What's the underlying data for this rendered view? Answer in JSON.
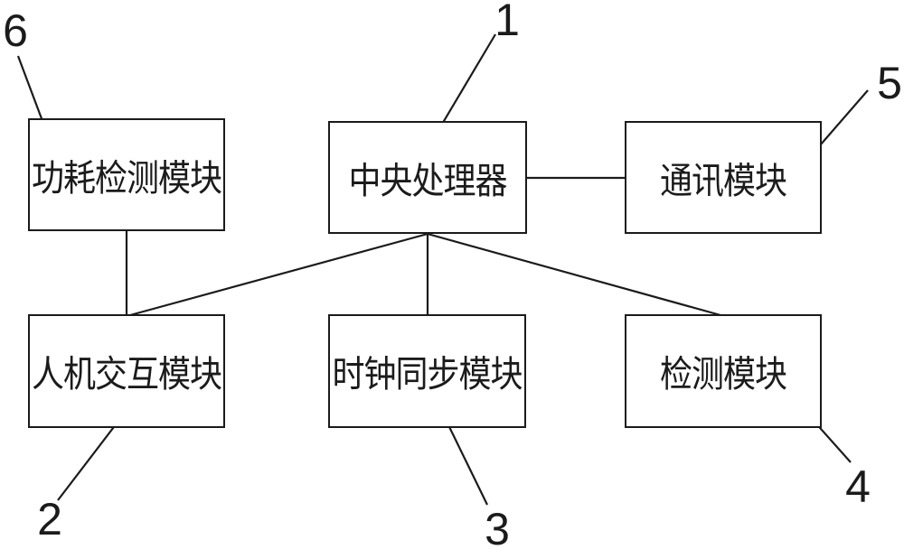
{
  "diagram": {
    "type": "patent-block-diagram",
    "background_color": "#ffffff",
    "stroke_color": "#1b1b1b",
    "nodes": [
      {
        "id": "cpu",
        "label": "中央处理器",
        "ref": "1"
      },
      {
        "id": "hmi",
        "label": "人机交互模块",
        "ref": "2"
      },
      {
        "id": "clock-sync",
        "label": "时钟同步模块",
        "ref": "3"
      },
      {
        "id": "detection",
        "label": "检测模块",
        "ref": "4"
      },
      {
        "id": "communication",
        "label": "通讯模块",
        "ref": "5"
      },
      {
        "id": "power-detection",
        "label": "功耗检测模块",
        "ref": "6"
      }
    ],
    "edges": [
      {
        "from": "cpu",
        "to": "communication"
      },
      {
        "from": "cpu",
        "to": "hmi"
      },
      {
        "from": "cpu",
        "to": "clock-sync"
      },
      {
        "from": "cpu",
        "to": "detection"
      },
      {
        "from": "power-detection",
        "to": "hmi"
      }
    ]
  }
}
